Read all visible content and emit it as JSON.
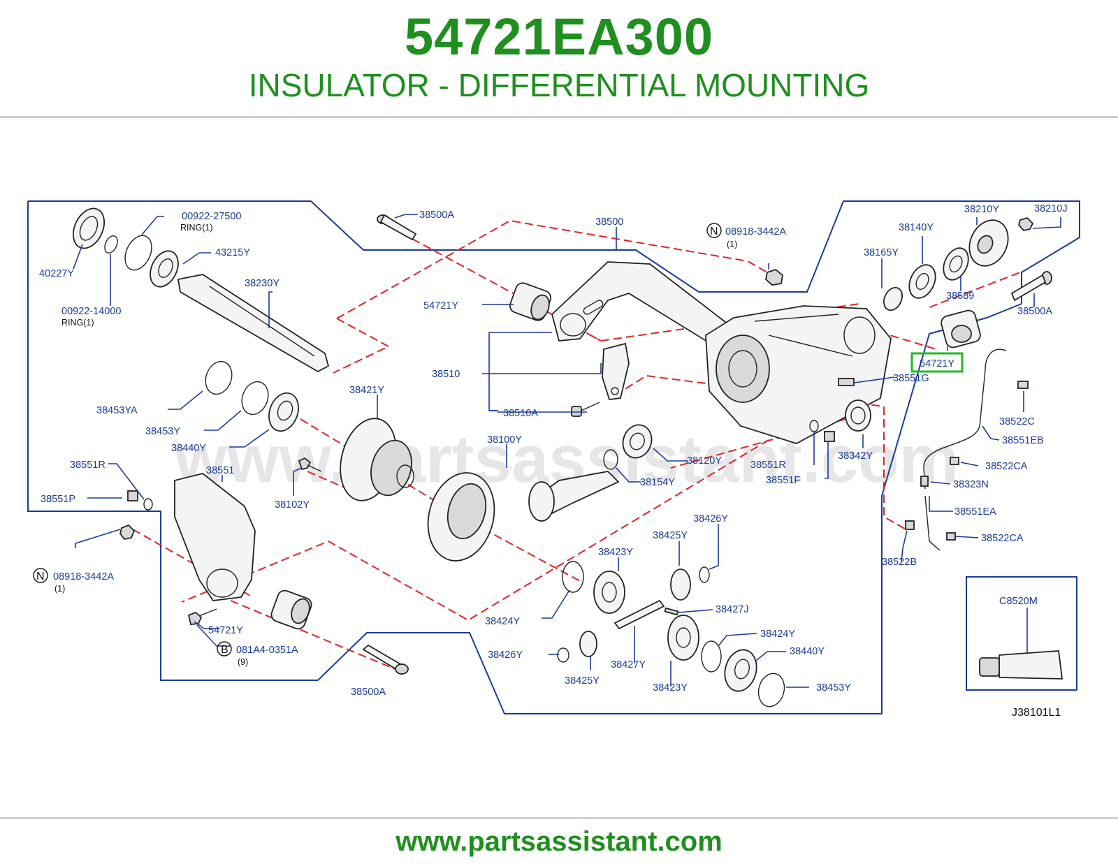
{
  "header": {
    "part_number": "54721EA300",
    "description": "INSULATOR - DIFFERENTIAL MOUNTING"
  },
  "diagram": {
    "watermark": "www.partsassistant.com",
    "ref_code": "J38101L1",
    "highlighted_label": "54721Y",
    "highlight_color": "#22b822",
    "labels": {
      "l40227Y": "40227Y",
      "l00922_27500": "00922-27500",
      "l00922_27500_ring": "RING(1)",
      "l43215Y": "43215Y",
      "l38230Y": "38230Y",
      "l00922_14000": "00922-14000",
      "l00922_14000_ring": "RING(1)",
      "l38500A_top": "38500A",
      "l38500": "38500",
      "l08918_top": "08918-3442A",
      "l08918_top_qty": "(1)",
      "l54721Y_left": "54721Y",
      "l38510": "38510",
      "l38510A": "38510A",
      "l38421Y": "38421Y",
      "l38453YA": "38453YA",
      "l38453Y_left": "38453Y",
      "l38440Y_left": "38440Y",
      "l38100Y": "38100Y",
      "l38551R_left": "38551R",
      "l38551": "38551",
      "l38551P": "38551P",
      "l38102Y": "38102Y",
      "l08918_left": "08918-3442A",
      "l08918_left_qty": "(1)",
      "l54721Y_bottom": "54721Y",
      "l081A4": "081A4-0351A",
      "l081A4_qty": "(9)",
      "l38500A_bottom": "38500A",
      "l38210Y": "38210Y",
      "l38210J": "38210J",
      "l38140Y": "38140Y",
      "l38165Y": "38165Y",
      "l38589": "38589",
      "l38500A_right": "38500A",
      "l54721Y_right": "54721Y",
      "l38551G": "38551G",
      "l38522C": "38522C",
      "l38551EB": "38551EB",
      "l38522CA_top": "38522CA",
      "l38323N": "38323N",
      "l38551EA": "38551EA",
      "l38522CA_bottom": "38522CA",
      "l38522B": "38522B",
      "l38342Y": "38342Y",
      "l38551R_right": "38551R",
      "l38551F": "38551F",
      "l38120Y": "38120Y",
      "l38154Y": "38154Y",
      "l38426Y_top": "38426Y",
      "l38425Y_top": "38425Y",
      "l38423Y_top": "38423Y",
      "l38427J": "38427J",
      "l38424Y_left": "38424Y",
      "l38424Y_right": "38424Y",
      "l38426Y_bottom": "38426Y",
      "l38425Y_bottom": "38425Y",
      "l38427Y": "38427Y",
      "l38423Y_bottom": "38423Y",
      "l38440Y_right": "38440Y",
      "l38453Y_right": "38453Y",
      "lC8520M": "C8520M",
      "symN1": "N",
      "symN2": "N",
      "symB": "B"
    }
  },
  "footer": {
    "url": "www.partsassistant.com"
  }
}
